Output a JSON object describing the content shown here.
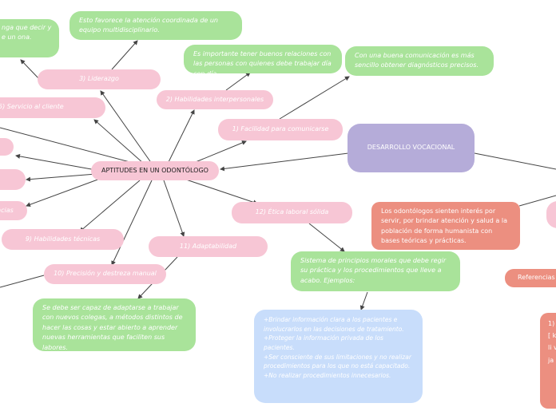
{
  "diagram": {
    "center": "APTITUDES EN UN ODONTÓLOGO",
    "main_topic": "DESARROLLO VOCACIONAL",
    "main_topic_note": "Los odontólogos sienten interés por servir, por brindar atención y salud a la población de forma humanista con bases teóricas y prácticas.",
    "references_label": "Referencias B",
    "aptitudes": {
      "liderazgo": "3) Liderazgo",
      "servicio": "5) Servicio al cliente",
      "interpersonales": "2) Habilidades interpersonales",
      "comunicar": "1) Facilidad para comunicarse",
      "etica": "12) Ética laboral sólida",
      "adaptabilidad": "11) Adaptabilidad",
      "tecnicas": "9) Habilidades técnicas",
      "precision": "10) Precisión y destreza manual",
      "left_partial": "ncias"
    },
    "notes": {
      "liderazgo": "Esto favorece la atención coordinada de un equipo multidisciplinario.",
      "left_top": "nga que decir y e un ona.",
      "interpersonales": "Es importante tener buenos relaciones con las personas con quienes debe trabajar día con día.",
      "comunicar": "Con una buena comunicación es más sencillo obtener diagnósticos precisos.",
      "etica": "Sistema de principios morales que debe regir su práctica y los procedimientos que lleve a acabo. Ejemplos:",
      "etica_examples": "+Brindar información clara a los pacientes e involucrarlos en las decisiones de tratamiento.\n+Proteger la información privada de los pacientes.\n+Ser consciente de sus limitaciones y no realizar procedimientos para los que no está capacitado.\n+No realizar procedimientos innecesarios.",
      "adaptabilidad": "Se debe ser capaz de adaptarse a trabajar con nuevos colegas, a métodos distintos de hacer las cosas y estar abierto a aprender nuevas herramientas que faciliten sus labores.",
      "referencias_partial": "1) s [ k v li v ja"
    },
    "colors": {
      "pink": "#f7c6d5",
      "green": "#a9e39a",
      "purple": "#b5acd9",
      "salmon": "#ec8f80",
      "blue": "#c8ddfb",
      "edge": "#444444"
    }
  }
}
